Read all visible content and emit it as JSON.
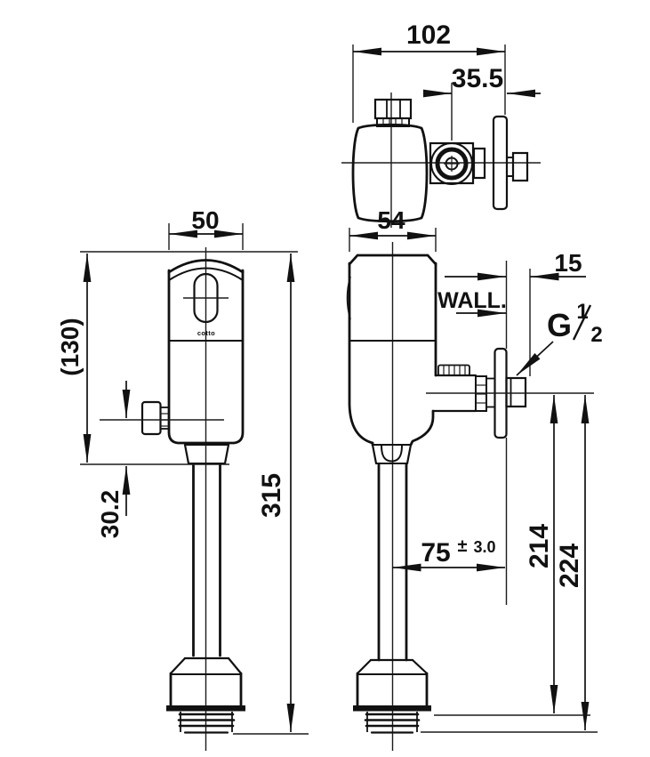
{
  "logo": {
    "text": "cotto"
  },
  "dims": {
    "top_width": "102",
    "top_offset": "35.5",
    "side_width": "54",
    "front_width": "50",
    "body_height": "(130)",
    "inlet_drop": "30.2",
    "total_height": "315",
    "protrusion": "15",
    "wall": "WALL.",
    "thread": {
      "prefix": "G",
      "num": "1",
      "den": "2"
    },
    "offset75": {
      "value": "75",
      "sign": "±",
      "tol": "3.0"
    },
    "h214": "214",
    "h224": "224"
  },
  "colors": {
    "line": "#111111",
    "background": "#ffffff"
  }
}
